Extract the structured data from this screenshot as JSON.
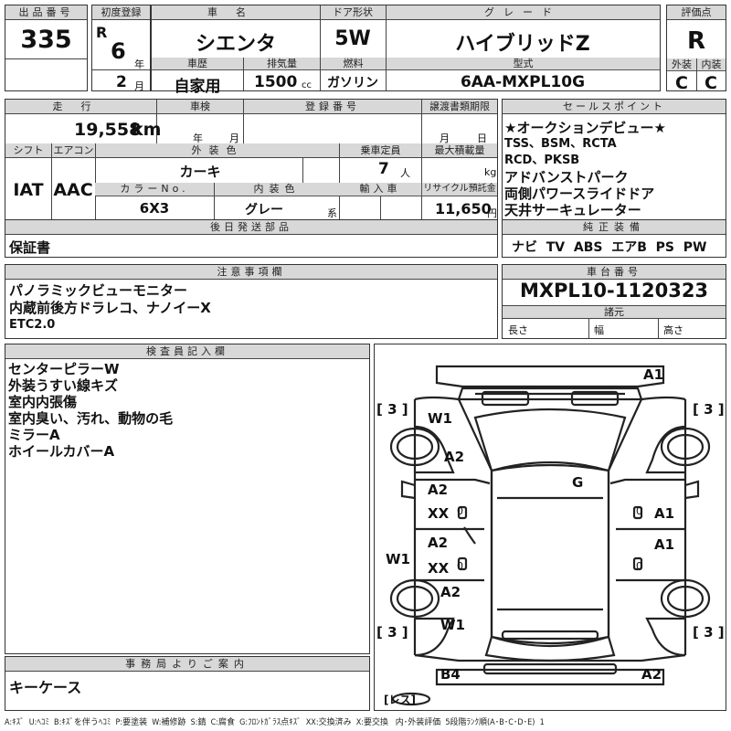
{
  "header": {
    "lot_no_label": "出品番号",
    "lot_no": "335",
    "first_reg_label": "初度登録",
    "era": "R",
    "year_value": "6",
    "year_unit": "年",
    "month_value": "2",
    "month_unit": "月",
    "car_name_label": "車名",
    "car_name": "シエンタ",
    "door_label": "ドア形状",
    "door": "5W",
    "grade_label": "グレード",
    "grade": "ハイブリッドZ",
    "score_label": "評価点",
    "score": "R",
    "history_label": "車歴",
    "history": "自家用",
    "displacement_label": "排気量",
    "displacement": "1500",
    "displacement_unit": "cc",
    "fuel_label": "燃料",
    "fuel": "ガソリン",
    "model_label": "型式",
    "model": "6AA-MXPL10G",
    "exterior_label": "外装",
    "exterior": "C",
    "interior_label": "内装",
    "interior": "C"
  },
  "row2": {
    "mileage_label": "走行",
    "mileage": "19,558",
    "mileage_unit": "km",
    "inspection_label": "車検",
    "inspection_year_unit": "年",
    "inspection_month_unit": "月",
    "reg_no_label": "登録番号",
    "transfer_label": "譲渡書類期限",
    "transfer_month_unit": "月",
    "transfer_day_unit": "日",
    "shift_label": "シフト",
    "shift": "IAT",
    "ac_label": "エアコン",
    "ac": "AAC",
    "ext_color_label": "外装色",
    "ext_color": "カーキ",
    "capacity_label": "乗車定員",
    "capacity": "7",
    "capacity_unit": "人",
    "max_load_label": "最大積載量",
    "max_load_unit": "kg",
    "color_no_label": "カラーNo.",
    "color_no": "6X3",
    "int_color_label": "内装色",
    "int_color": "グレー",
    "int_color_unit": "系",
    "import_label": "輸入車",
    "recycle_label": "リサイクル預託金",
    "recycle": "11,650",
    "recycle_unit": "円"
  },
  "sales_points": {
    "label": "セールスポイント",
    "lines": [
      "★オークションデビュー★",
      "TSS、BSM、RCTA",
      "RCD、PKSB",
      "アドバンストパーク",
      "両側パワースライドドア",
      "天井サーキュレーター"
    ]
  },
  "accessories": {
    "label": "後日発送部品",
    "value": "保証書"
  },
  "equipment": {
    "label": "純正装備",
    "value": "ナビ  TV  ABS  エアB  PS  PW"
  },
  "notes": {
    "label": "注意事項欄",
    "lines": [
      "パノラミックビューモニター",
      "内蔵前後方ドラレコ、ナノイーX",
      "ETC2.0"
    ]
  },
  "chassis": {
    "label": "車台番号",
    "value": "MXPL10-1120323"
  },
  "dimensions": {
    "label": "諸元",
    "length_label": "長さ",
    "width_label": "幅",
    "height_label": "高さ"
  },
  "inspector": {
    "label": "検査員記入欄",
    "lines": [
      "センターピラーW",
      "外装うすい線キズ",
      "室内内張傷",
      "室内臭い、汚れ、動物の毛",
      "ミラーA",
      "ホイールカバーA"
    ]
  },
  "office": {
    "label": "事務局よりご案内",
    "value": "キーケース"
  },
  "diagram": {
    "marks": {
      "a1_top": "A1",
      "w1_fl": "W1",
      "a2_fl_fender": "A2",
      "g_glass": "G",
      "a2_fdoor_l": "A2",
      "xx_fdoor_l": "XX",
      "a1_fdoor_r": "A1",
      "a2_rdoor_l": "A2",
      "xx_rdoor_l": "XX",
      "a1_rdoor_r": "A1",
      "w1_pillar": "W1",
      "a2_rl_fender": "A2",
      "w1_rl": "W1",
      "b4_rear": "B4",
      "a2_rear": "A2",
      "tire_fl": "[ 3 ]",
      "tire_fr": "[ 3 ]",
      "tire_rl": "[ 3 ]",
      "tire_rr": "[ 3 ]",
      "zero1": "0",
      "zero2": "0",
      "zero3": "0",
      "zero4": "0",
      "spare": "[レス]"
    }
  },
  "legend": "A:ｷｽﾞ  U:ﾍｺﾐ  B:ｷｽﾞを伴うﾍｺﾐ  P:要塗装  W:補修跡  S:錆  C:腐食  G:ﾌﾛﾝﾄｶﾞﾗｽ点ｷｽﾞ  XX:交換済み  X:要交換   内･外装評価  5段階ﾗﾝｸ順(A･B･C･D･E)  1"
}
